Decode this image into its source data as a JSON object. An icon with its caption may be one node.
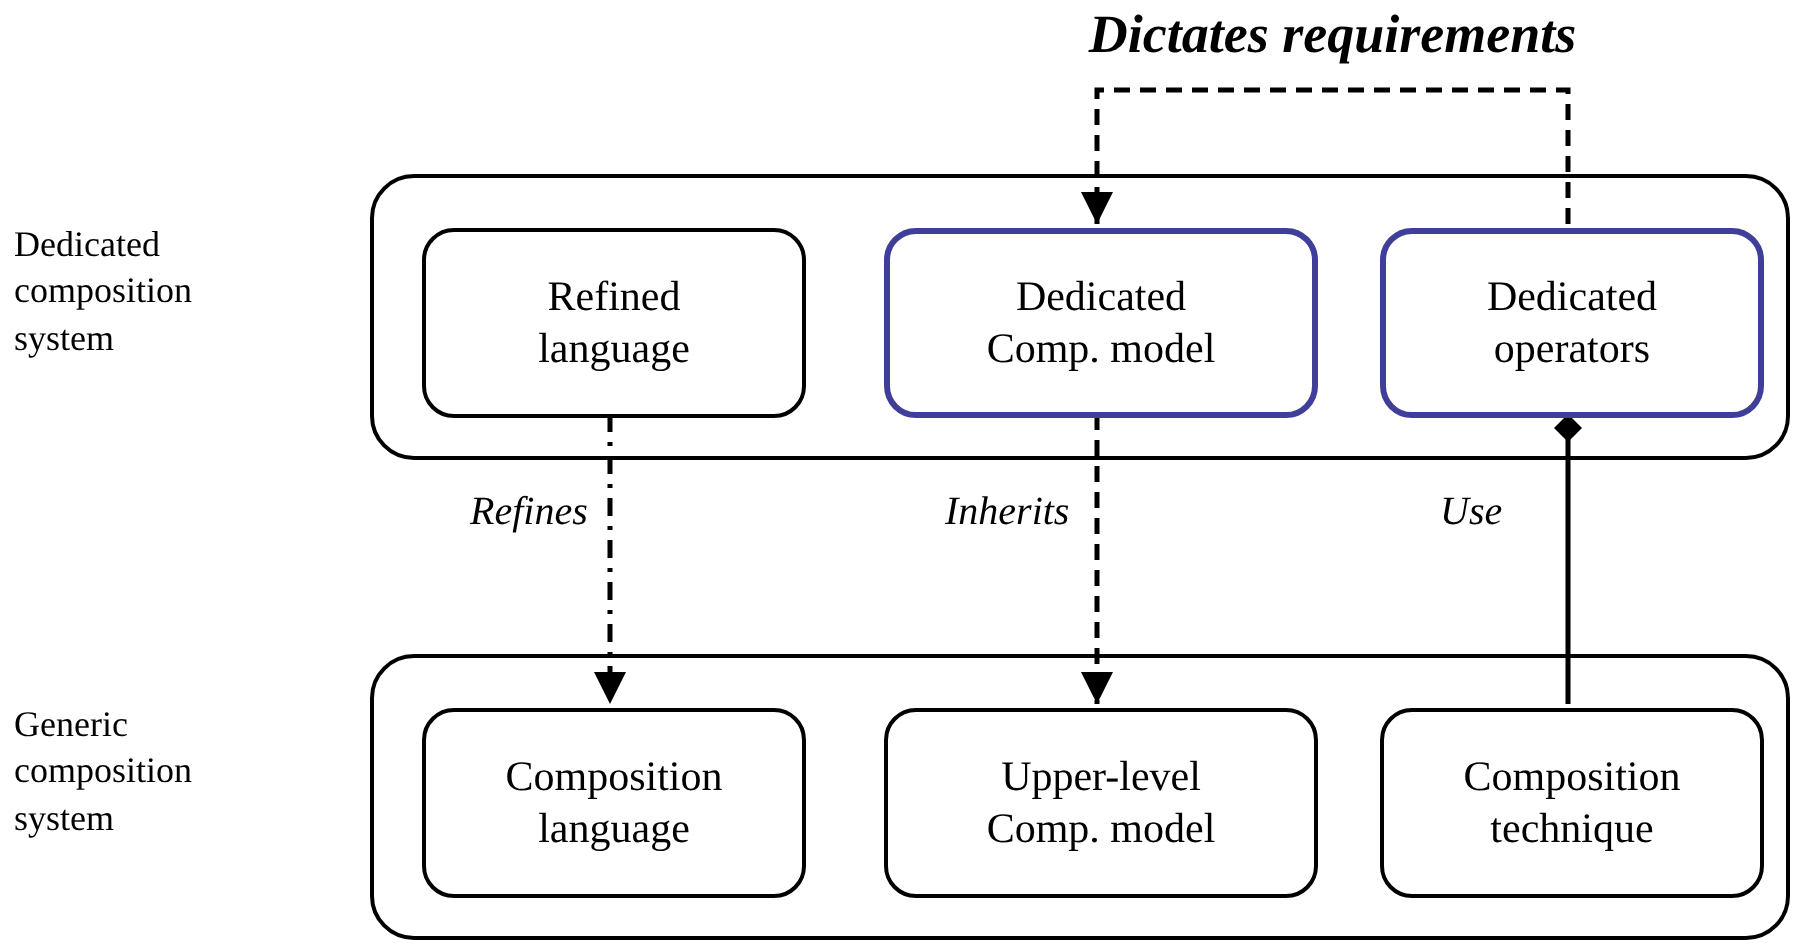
{
  "diagram": {
    "nodes": [
      {
        "text": [
          "Dedicated composition system"
        ]
      },
      {
        "text": [
          "Refined language"
        ],
        "in": 0
      },
      {
        "text": [
          "Dedicated Comp. model"
        ],
        "in": 0
      },
      {
        "text": [
          "Dedicated operators"
        ],
        "in": 0
      },
      {
        "text": [
          "Generic composition system"
        ]
      },
      {
        "text": [
          "Composition language"
        ],
        "in": 4
      },
      {
        "text": [
          "Upper-level Comp. model"
        ],
        "in": 4
      },
      {
        "text": [
          "Composition technique"
        ],
        "in": 4
      }
    ],
    "edges": [
      {
        "from": 1,
        "to": 5,
        "arrow": "to",
        "label": "Refines",
        "style": "dashed"
      },
      {
        "from": 2,
        "to": 6,
        "arrow": "to",
        "label": "Inherits",
        "style": "dashed"
      },
      {
        "from": 3,
        "to": 7,
        "arrow": "other",
        "label": "Use"
      },
      {
        "from": 3,
        "to": 2,
        "arrow": "to",
        "label": "Dictates requirements",
        "style": "dashed"
      }
    ]
  }
}
